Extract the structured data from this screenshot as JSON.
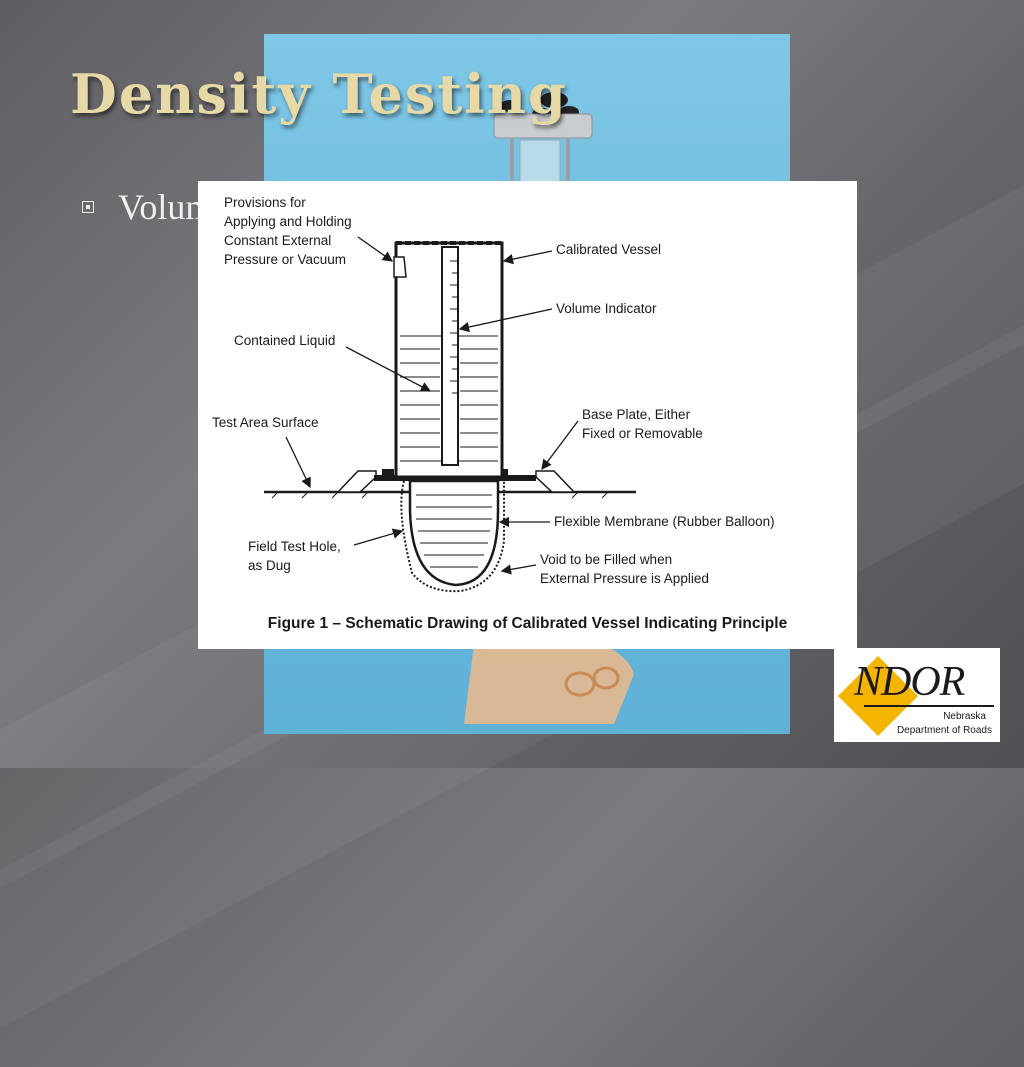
{
  "slide": {
    "title": "Density Testing",
    "bullet": "Volume"
  },
  "figure": {
    "labels": {
      "provisions": [
        "Provisions for",
        "Applying and Holding",
        "Constant External",
        "Pressure or Vacuum"
      ],
      "calibrated_vessel": "Calibrated Vessel",
      "volume_indicator": "Volume Indicator",
      "contained_liquid": "Contained Liquid",
      "test_area_surface": "Test Area Surface",
      "base_plate": [
        "Base Plate, Either",
        "Fixed or Removable"
      ],
      "flexible_membrane": "Flexible Membrane (Rubber Balloon)",
      "field_test_hole": [
        "Field Test Hole,",
        "as Dug"
      ],
      "void": [
        "Void to be Filled when",
        "External Pressure is Applied"
      ]
    },
    "caption": "Figure 1 – Schematic Drawing of Calibrated Vessel Indicating Principle"
  },
  "logo": {
    "mark": "NDOR",
    "line1": "Nebraska",
    "line2": "Department of Roads",
    "accent_color": "#f5b400"
  },
  "colors": {
    "title": "#e6d9a6",
    "photo_background": "#6ab9dc"
  }
}
